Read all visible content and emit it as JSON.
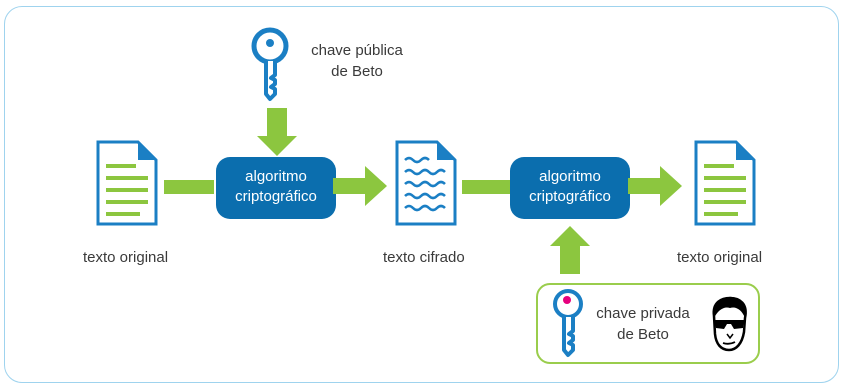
{
  "public_key": {
    "label_line1": "chave pública",
    "label_line2": "de Beto",
    "icon": "key-icon",
    "color": "#1b7fc4"
  },
  "private_key": {
    "label_line1": "chave privada",
    "label_line2": "de Beto",
    "icon": "key-icon",
    "color": "#1b7fc4",
    "dot_color": "#e6007e",
    "person_icon": "sunglasses-person-icon"
  },
  "documents": {
    "left_label": "texto original",
    "middle_label": "texto cifrado",
    "right_label": "texto original"
  },
  "algorithms": {
    "encrypt_line1": "algoritmo",
    "encrypt_line2": "criptográfico",
    "decrypt_line1": "algoritmo",
    "decrypt_line2": "criptográfico"
  },
  "colors": {
    "arrow": "#8cc63f",
    "algorithm_box": "#0b6eae",
    "document_outline": "#1b7fc4",
    "document_lines": "#8cc63f",
    "cipher_waves": "#1b7fc4",
    "frame_border": "#9fd3ee",
    "private_box_border": "#9acd4c"
  }
}
